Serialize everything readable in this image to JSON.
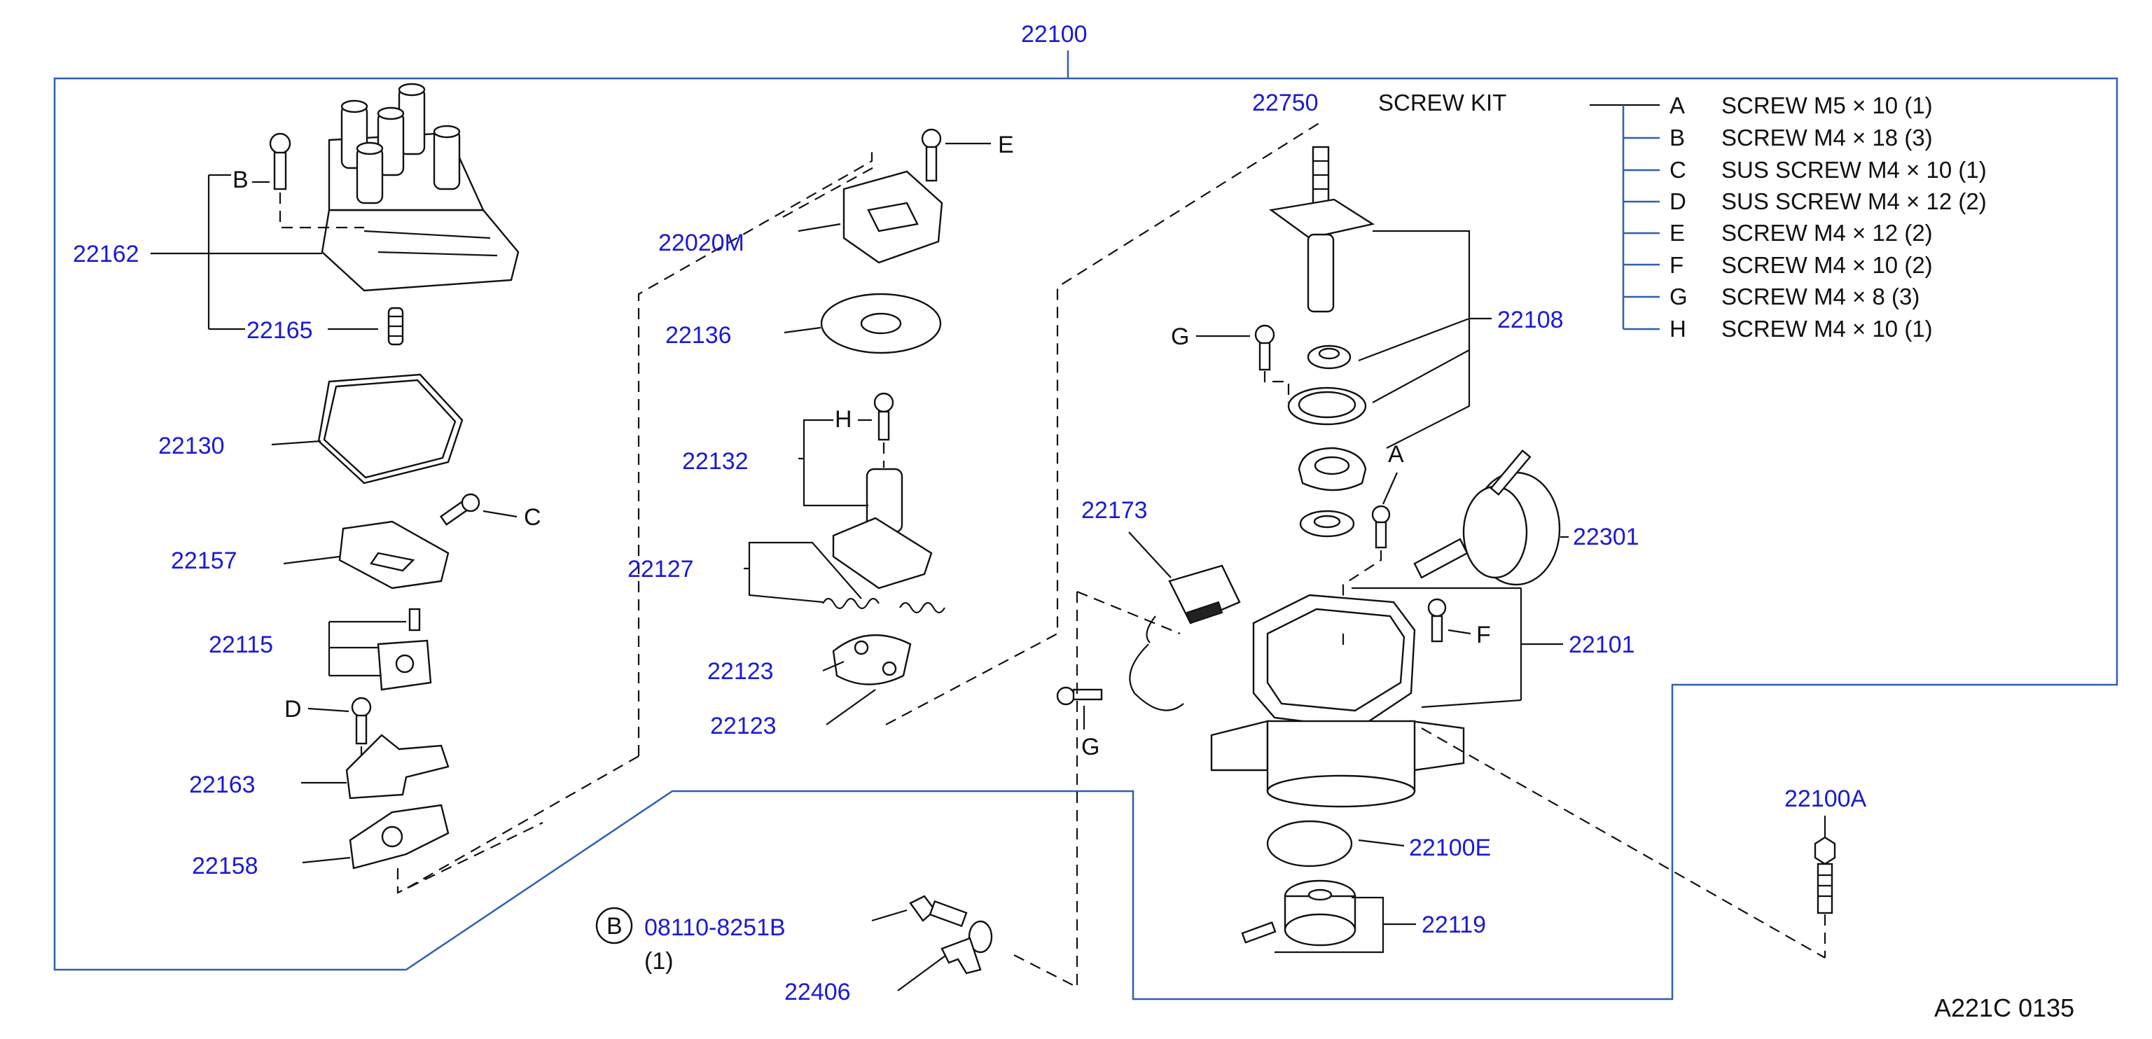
{
  "diagram": {
    "assembly_number": "22100",
    "reference_code": "A221C  0135",
    "screw_kit": {
      "number": "22750",
      "title": "SCREW  KIT",
      "items": [
        {
          "letter": "A",
          "text": "SCREW   M5    × 10  (1)"
        },
        {
          "letter": "B",
          "text": "SCREW   M4    × 18  (3)"
        },
        {
          "letter": "C",
          "text": "SUS   SCREW   M4    × 10  (1)"
        },
        {
          "letter": "D",
          "text": "SUS   SCREW   M4    × 12  (2)"
        },
        {
          "letter": "E",
          "text": "SCREW   M4    × 12  (2)"
        },
        {
          "letter": "F",
          "text": "SCREW   M4    × 10  (2)"
        },
        {
          "letter": "G",
          "text": "SCREW   M4    ×  8   (3)"
        },
        {
          "letter": "H",
          "text": "SCREW   M4    × 10  (1)"
        }
      ]
    },
    "part_labels": {
      "p22162": "22162",
      "p22165": "22165",
      "p22130": "22130",
      "p22157": "22157",
      "p22115": "22115",
      "p22163": "22163",
      "p22158": "22158",
      "p22020M": "22020M",
      "p22136": "22136",
      "p22132": "22132",
      "p22127": "22127",
      "p22123a": "22123",
      "p22123b": "22123",
      "p22173": "22173",
      "p22108": "22108",
      "p22301": "22301",
      "p22101": "22101",
      "p22100E": "22100E",
      "p22119": "22119",
      "p22100A": "22100A",
      "p22406": "22406",
      "p08110": "08110-8251B"
    },
    "callout_letters": {
      "B_cap": "B",
      "C_rotor": "C",
      "D_plate": "D",
      "E_module": "E",
      "H_shaft": "H",
      "G_bearing": "G",
      "A_housing": "A",
      "F_housing": "F",
      "G_connector": "G",
      "bolt_circle": "B"
    },
    "bolt_quantity": "(1)"
  }
}
